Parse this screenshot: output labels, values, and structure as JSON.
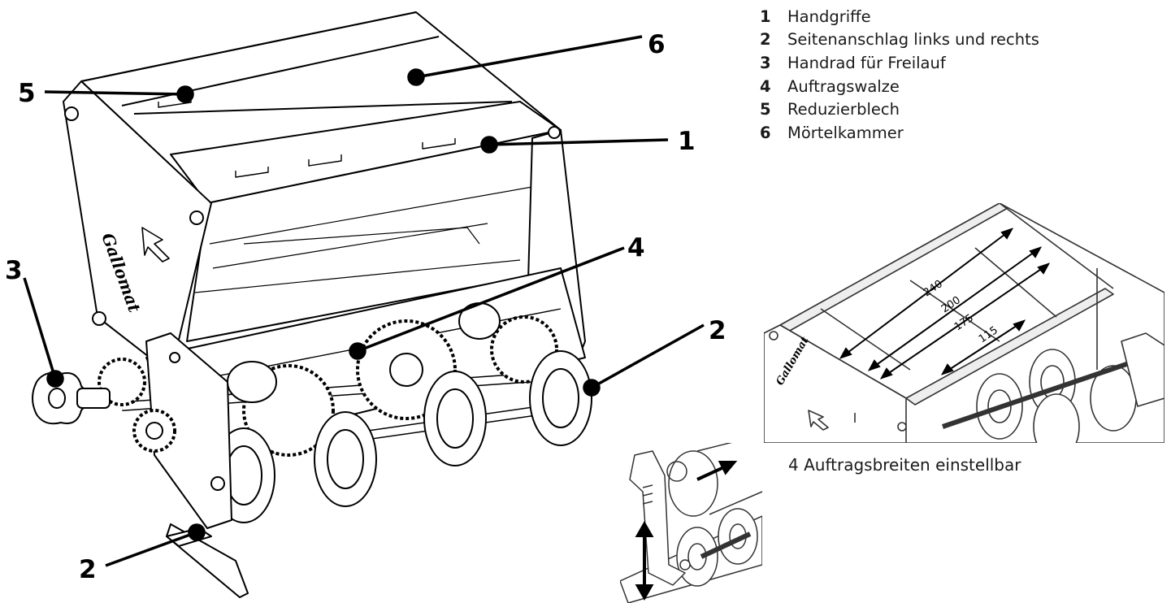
{
  "callouts": {
    "c1": "1",
    "c2a": "2",
    "c2b": "2",
    "c3": "3",
    "c4": "4",
    "c5": "5",
    "c6": "6"
  },
  "legend": [
    {
      "num": "1",
      "label": "Handgriffe"
    },
    {
      "num": "2",
      "label": "Seitenanschlag links und rechts"
    },
    {
      "num": "3",
      "label": "Handrad für Freilauf"
    },
    {
      "num": "4",
      "label": "Auftragswalze"
    },
    {
      "num": "5",
      "label": "Reduzierblech"
    },
    {
      "num": "6",
      "label": "Mörtelkammer"
    }
  ],
  "inset_widths": {
    "dimensions": [
      "240",
      "200",
      "175",
      "115"
    ],
    "brand": "Gallomat"
  },
  "main_brand": "Gallomat",
  "caption": "4 Auftragsbreiten einstellbar",
  "colors": {
    "line": "#000000",
    "shade": "#e6e6e6",
    "fill": "#ffffff"
  }
}
